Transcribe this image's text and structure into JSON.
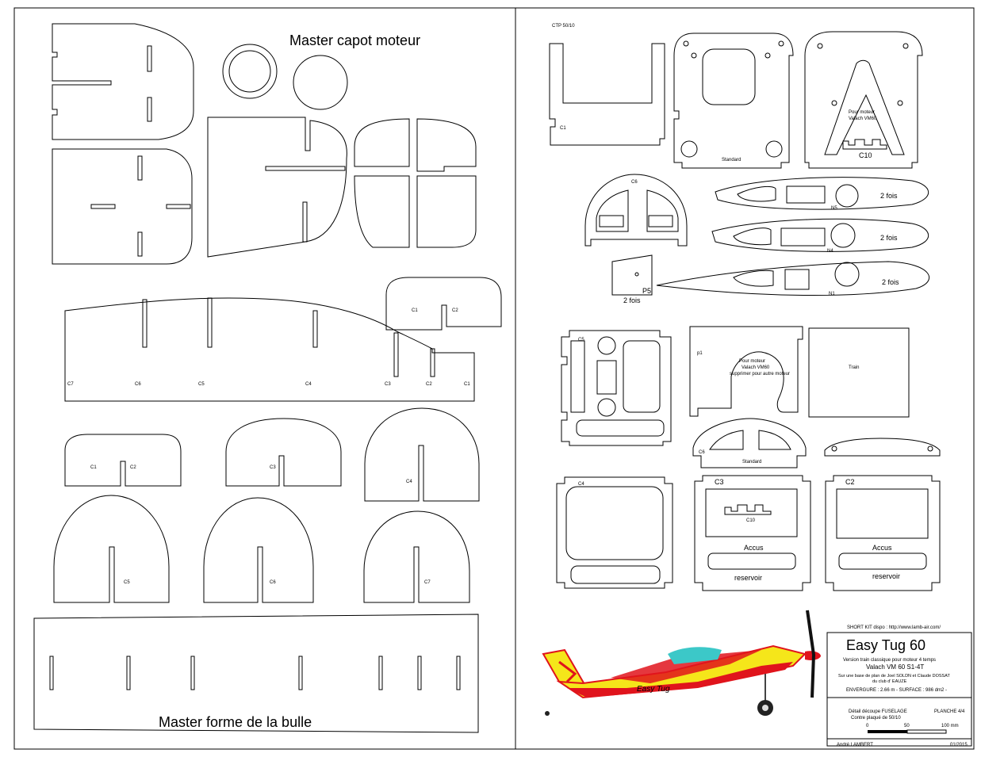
{
  "left_sheet": {
    "master_cowl_label": "Master capot moteur",
    "master_canopy_label": "Master forme de la bulle",
    "fuselage_side_labels": [
      "C7",
      "C6",
      "C5",
      "C4",
      "C3",
      "C2",
      "C1"
    ],
    "former_labels": {
      "c1c2_top": [
        "C1",
        "C2"
      ],
      "c1c2_mid": [
        "C1",
        "C2"
      ],
      "c3": "C3",
      "c4": "C4",
      "c5": "C5",
      "c6": "C6",
      "c7": "C7"
    }
  },
  "right_sheet": {
    "ctp_label": "CTP 50/10",
    "c1_label": "C1",
    "standard_label": "Standard",
    "motor_text": [
      "Pour moteur",
      "Valach VM60"
    ],
    "c10_label": "C10",
    "c6_label": "C6",
    "two_times": "2 fois",
    "n5_label": "N5",
    "n4_label": "N4",
    "n1_label": "N1",
    "p5_label": "P5",
    "p5_two_times": "2 fois",
    "c5_label": "C5",
    "p1_label": "p1",
    "p1_text": [
      "Pour moteur",
      "Valach VM60",
      "supprimer pour autre moteur"
    ],
    "train_label": "Train",
    "c6b_label": "C6",
    "standard_b_label": "Standard",
    "c4_label": "C4",
    "c3_label": "C3",
    "c2_label": "C2",
    "c10b_label": "C10",
    "accus_label": "Accus",
    "reservoir_label": "reservoir"
  },
  "title_block": {
    "short_kit": "SHORT KIT dispo : http://www.lamb-air.com/",
    "title": "Easy Tug 60",
    "line1": "Version train classique pour moteur 4 temps",
    "line2": "Valach VM 60 S1-4T",
    "line3": "Sur une base de plan de Joel SOLDN et Claude DOSSAT",
    "line4": "du club d' EAUZE",
    "specs": "ENVERGURE : 2.66 m  -  SURFACE : 986 dm2  -",
    "detail": "Détail découpe FUSELAGE",
    "detail2": "Contre plaqué de 50/10",
    "sheet": "PLANCHE 4/4",
    "scale_ticks": [
      "0",
      "50",
      "100 mm"
    ],
    "author": "André LAMBERT",
    "date": "01/2015",
    "plane_name": "Easy Tug"
  },
  "colors": {
    "ink": "#000000",
    "plane_yellow": "#f5e61a",
    "plane_red": "#e0141c",
    "canopy": "#3cc8c8"
  }
}
